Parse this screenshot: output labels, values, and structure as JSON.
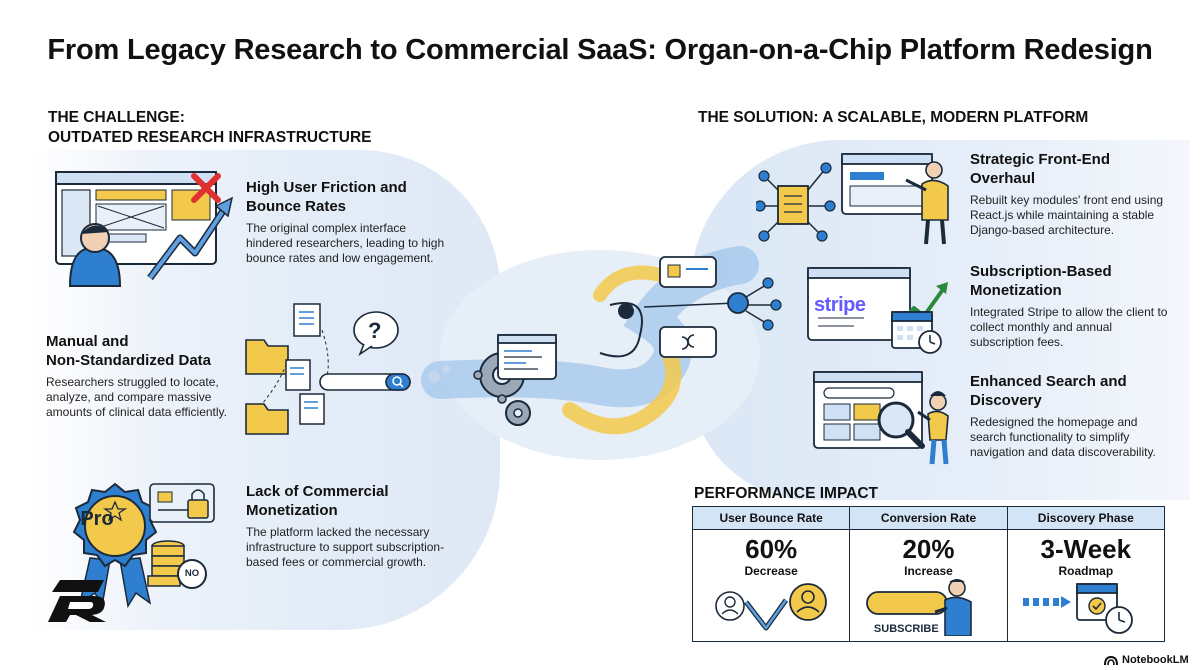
{
  "title": "From Legacy Research to Commercial SaaS: Organ-on-a-Chip Platform Redesign",
  "challenge": {
    "heading_line1": "THE CHALLENGE:",
    "heading_line2": "OUTDATED RESEARCH INFRASTRUCTURE",
    "items": [
      {
        "title_line1": "High User Friction and",
        "title_line2": "Bounce Rates",
        "desc": "The original complex interface hindered researchers, leading to high bounce rates and low engagement."
      },
      {
        "title_line1": "Manual and",
        "title_line2": "Non-Standardized Data",
        "desc": "Researchers struggled to locate, analyze, and compare massive amounts of clinical data efficiently."
      },
      {
        "title_line1": "Lack of Commercial",
        "title_line2": "Monetization",
        "desc": "The platform lacked the necessary infrastructure to support subscription-based fees or commercial growth."
      }
    ],
    "badge_pro": "Pro",
    "badge_no": "NO"
  },
  "solution": {
    "heading": "THE SOLUTION: A SCALABLE, MODERN PLATFORM",
    "items": [
      {
        "title_line1": "Strategic Front-End",
        "title_line2": "Overhaul",
        "desc": "Rebuilt key modules' front end using React.js while maintaining a stable Django-based architecture."
      },
      {
        "title_line1": "Subscription-Based",
        "title_line2": "Monetization",
        "desc": "Integrated Stripe to allow the client to collect monthly and annual subscription fees."
      },
      {
        "title_line1": "Enhanced Search and",
        "title_line2": "Discovery",
        "desc": "Redesigned the homepage and search functionality to simplify navigation and data discoverability."
      }
    ],
    "stripe_label": "stripe"
  },
  "impact": {
    "heading": "PERFORMANCE IMPACT",
    "metrics": [
      {
        "header": "User Bounce Rate",
        "value": "60%",
        "label": "Decrease"
      },
      {
        "header": "Conversion Rate",
        "value": "20%",
        "label": "Increase"
      },
      {
        "header": "Discovery Phase",
        "value": "3-Week",
        "label": "Roadmap"
      }
    ],
    "subscribe_label": "SUBSCRIBE"
  },
  "footer": {
    "brand": "NotebookLM"
  },
  "colors": {
    "navy": "#1b2a3a",
    "blue": "#2f7fd0",
    "light_blue": "#d4e4f7",
    "yellow": "#f3c94b",
    "red": "#e03030"
  }
}
